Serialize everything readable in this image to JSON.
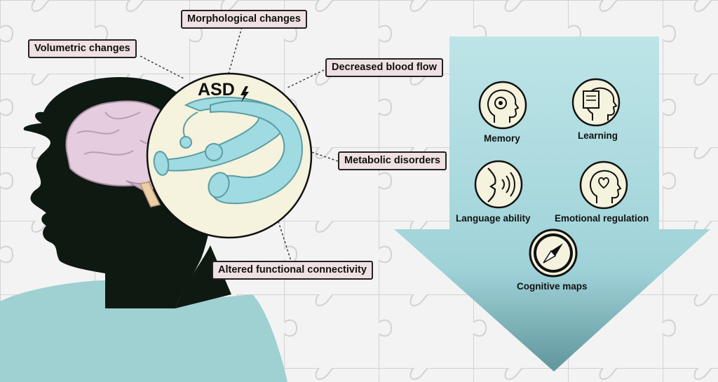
{
  "center": {
    "title": "ASD",
    "colors": {
      "brain": "#e6ccdf",
      "hippocampus": "#9fdbe0",
      "circle": "#f5f2dd",
      "arrow": "#a9d8de",
      "silhouette": "#0e1912",
      "shirt": "#9fd0d2",
      "label_bg": "#efe0e3"
    }
  },
  "changes": [
    "Morphological changes",
    "Volumetric changes",
    "Decreased blood flow",
    "Metabolic disorders",
    "Altered functional connectivity"
  ],
  "functions": [
    {
      "label": "Memory",
      "icon": "memory-head-icon"
    },
    {
      "label": "Learning",
      "icon": "learning-head-icon"
    },
    {
      "label": "Language ability",
      "icon": "speaking-head-icon"
    },
    {
      "label": "Emotional regulation",
      "icon": "emotion-head-icon"
    },
    {
      "label": "Cognitive maps",
      "icon": "compass-icon"
    }
  ]
}
